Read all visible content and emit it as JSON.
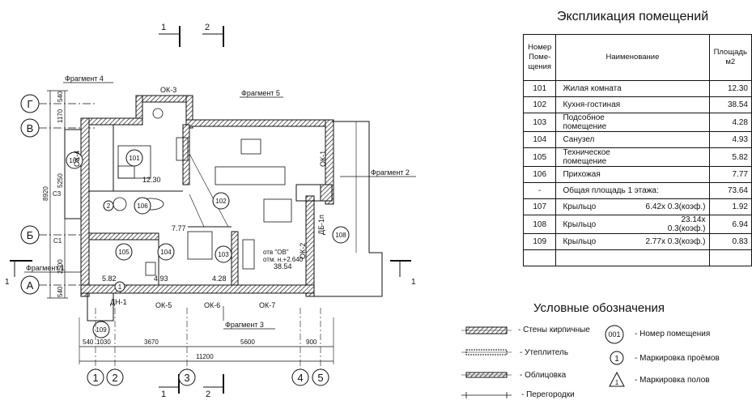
{
  "sections": {
    "s1": "1",
    "s2": "2"
  },
  "axes_rows": [
    "Г",
    "В",
    "Б",
    "А"
  ],
  "axes_cols": [
    "1",
    "2",
    "3",
    "4",
    "5"
  ],
  "fragments": [
    "Фрагмент 4",
    "Фрагмент 5",
    "Фрагмент 2",
    "Фрагмент 1",
    "Фрагмент 3"
  ],
  "openings": [
    "ОК-3",
    "ОК-4",
    "ОК-1",
    "ОК-2",
    "ДБ-1п",
    "ОК-5",
    "ОК-6",
    "ОК-7",
    "ДН-1"
  ],
  "room_numbers": [
    "101",
    "102",
    "103",
    "104",
    "105",
    "106",
    "107",
    "108",
    "109"
  ],
  "room_areas": [
    "12.30",
    "38.54",
    "4.28",
    "4.93",
    "5.82",
    "7.77"
  ],
  "level_note": [
    "отв \"ОВ\"",
    "отм. н.+2.640"
  ],
  "dim_vertical": [
    "540",
    "1170",
    "5250",
    "8920",
    "2500",
    "540"
  ],
  "dim_horizontal": [
    "540",
    "1030",
    "3670",
    "5600",
    "900",
    "11200"
  ],
  "misc_labels": [
    "С3",
    "С1",
    "1",
    "1",
    "2"
  ],
  "explication": {
    "title": "Экспликация помещений",
    "headers": [
      "Номер Поме- щения",
      "Наименование",
      "Площадь м2"
    ],
    "rows": [
      {
        "n": "101",
        "name": "Жилая комната",
        "calc": "",
        "area": "12.30"
      },
      {
        "n": "102",
        "name": "Кухня-гостиная",
        "calc": "",
        "area": "38.54"
      },
      {
        "n": "103",
        "name": "Подсобное помещение",
        "calc": "",
        "area": "4.28"
      },
      {
        "n": "104",
        "name": "Санузел",
        "calc": "",
        "area": "4.93"
      },
      {
        "n": "105",
        "name": "Техническое помещение",
        "calc": "",
        "area": "5.82"
      },
      {
        "n": "106",
        "name": "Прихожая",
        "calc": "",
        "area": "7.77"
      },
      {
        "n": "-",
        "name": "Общая площадь 1 этажа:",
        "calc": "",
        "area": "73.64"
      },
      {
        "n": "107",
        "name": "Крыльцо",
        "calc": "6.42x 0.3(коэф.)",
        "area": "1.92"
      },
      {
        "n": "108",
        "name": "Крыльцо",
        "calc": "23.14x 0.3(коэф.)",
        "area": "6.94"
      },
      {
        "n": "109",
        "name": "Крыльцо",
        "calc": "2.77x 0.3(коэф.)",
        "area": "0.83"
      },
      {
        "n": "",
        "name": "",
        "calc": "",
        "area": ""
      }
    ]
  },
  "legend": {
    "title": "Условные обозначения",
    "items": [
      "- Стены кирпичные",
      "- Утеплитель",
      "- Облицовка",
      "- Перегородки"
    ],
    "symbols": [
      {
        "glyph": "001",
        "label": "- Номер помещения"
      },
      {
        "glyph": "1",
        "label": "- Маркировка проёмов"
      },
      {
        "glyph": "1",
        "label": "- Маркировка полов"
      }
    ]
  }
}
